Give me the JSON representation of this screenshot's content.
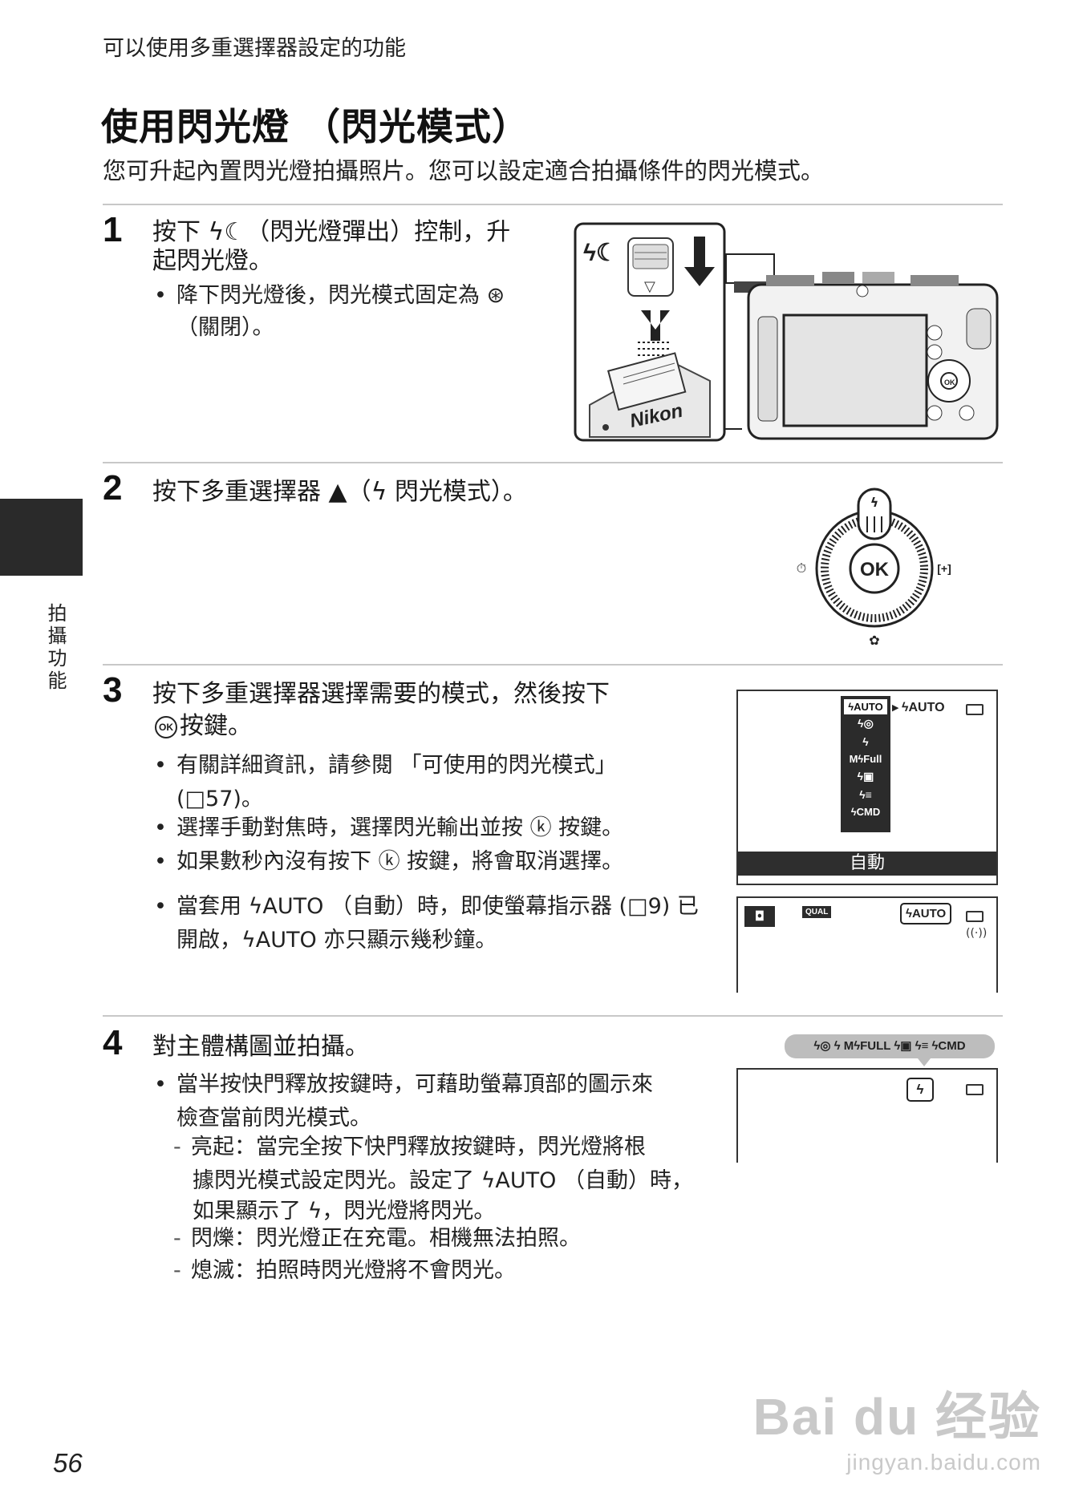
{
  "header": {
    "running_title": "可以使用多重選擇器設定的功能"
  },
  "page": {
    "title": "使用閃光燈 （閃光模式）",
    "intro": "您可升起內置閃光燈拍攝照片。您可以設定適合拍攝條件的閃光模式。",
    "side_label": "拍攝功能",
    "page_number": "56"
  },
  "steps": [
    {
      "number": "1",
      "line1": "按下 ϟ☾（閃光燈彈出）控制，升",
      "line2": "起閃光燈。",
      "bullets": [
        "降下閃光燈後，閃光模式固定為 ⊛",
        "（關閉）。"
      ],
      "camera_logo": "Nikon"
    },
    {
      "number": "2",
      "line1": "按下多重選擇器 ▲（ϟ 閃光模式）。",
      "dial": {
        "center": "OK",
        "top": "ϟ",
        "left": "⏱",
        "right": "[+]",
        "bottom": "✿"
      }
    },
    {
      "number": "3",
      "line1": "按下多重選擇器選擇需要的模式，然後按下",
      "line2": "按鍵。",
      "bullets": [
        "有關詳細資訊，請參閱 「可使用的閃光模式」",
        "(□57)。",
        "選擇手動對焦時，選擇閃光輸出並按 ⓚ 按鍵。",
        "如果數秒內沒有按下 ⓚ 按鍵，將會取消選擇。",
        "當套用 ϟAUTO （自動）時，即使螢幕指示器 (□9) 已",
        "開啟，ϟAUTO 亦只顯示幾秒鐘。"
      ],
      "menu_items": [
        "ϟAUTO",
        "ϟ◎",
        "ϟ",
        "MϟFull",
        "ϟ▣",
        "ϟ≡",
        "ϟCMD"
      ],
      "menu_selected_label": "ϟAUTO",
      "menu_caption": "自動",
      "screen_icons": {
        "qual": "QUAL",
        "flash": "ϟAUTO"
      }
    },
    {
      "number": "4",
      "line1": "對主體構圖並拍攝。",
      "bullets": [
        "當半按快門釋放按鍵時，可藉助螢幕頂部的圖示來",
        "檢查當前閃光模式。"
      ],
      "dashes": [
        "亮起：當完全按下快門釋放按鍵時，閃光燈將根",
        "據閃光模式設定閃光。設定了 ϟAUTO （自動）時，",
        "如果顯示了 ϟ，閃光燈將閃光。",
        "閃爍：閃光燈正在充電。相機無法拍照。",
        "熄滅：拍照時閃光燈將不會閃光。"
      ],
      "mode_strip": "ϟ◎ ϟ MϟFULL ϟ▣ ϟ≡ ϟCMD",
      "screen_icon": "ϟ"
    }
  ],
  "watermark": {
    "brand": "Bai du 经验",
    "url": "jingyan.baidu.com"
  }
}
